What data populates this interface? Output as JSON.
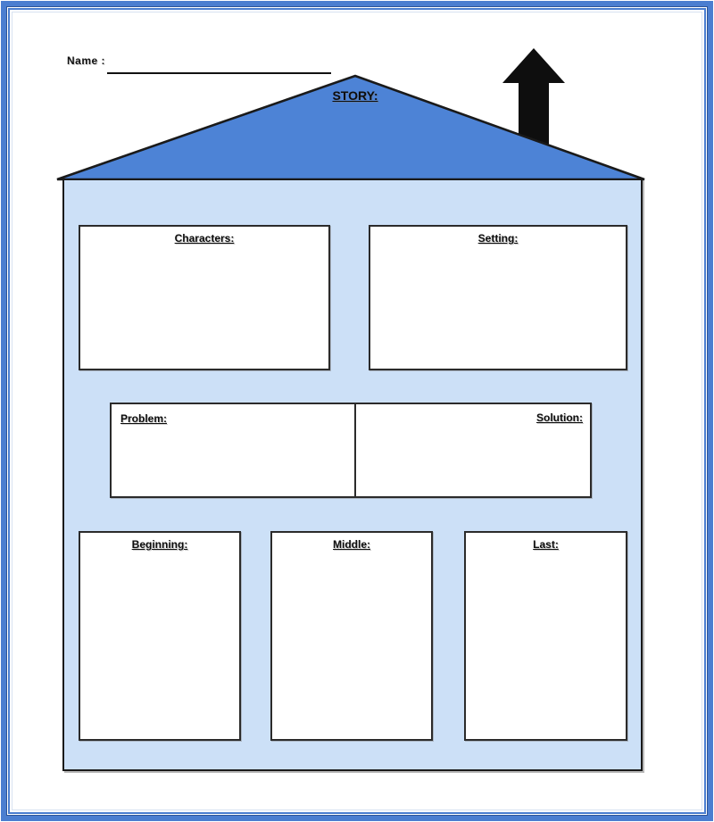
{
  "header": {
    "name_label": "Name :"
  },
  "house": {
    "roof_title": "STORY:",
    "sections": {
      "characters": "Characters:",
      "setting": "Setting:",
      "problem": "Problem:",
      "solution": "Solution:",
      "beginning": "Beginning:",
      "middle": "Middle:",
      "last": "Last:"
    }
  },
  "colors": {
    "roof_fill": "#4d83d6",
    "body_fill": "#cce0f7",
    "page_border_blue": "#4b7ed0",
    "page_border_dark": "#2f5597",
    "inner_faint_line": "#d8e2f1",
    "arrow_black": "#0e0e0e",
    "outline_black": "#1a1a1a"
  }
}
